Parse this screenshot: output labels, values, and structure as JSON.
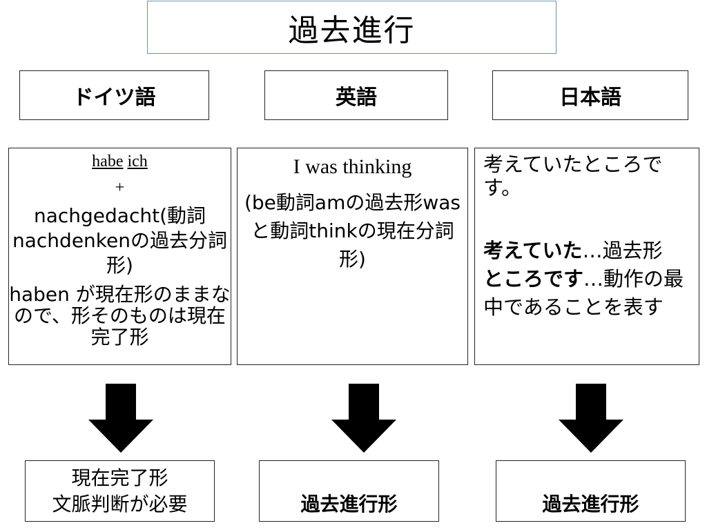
{
  "title": "過去進行",
  "headers": {
    "german": "ドイツ語",
    "english": "英語",
    "japanese": "日本語"
  },
  "german": {
    "line1_word1": "habe",
    "line1_word2": "ich",
    "line2": "+",
    "para1": "nachgedacht(動詞 nachdenkenの過去分詞形)",
    "para2": "haben が現在形のままなので、形そのものは現在完了形"
  },
  "english": {
    "line1": "I was thinking",
    "para": "(be動詞amの過去形wasと動詞thinkの現在分詞形)"
  },
  "japanese": {
    "para1": "考えていたところです。",
    "term1": "考えていた",
    "desc1": "…過去形",
    "term2": "ところです",
    "desc2": "…動作の最中であることを表す"
  },
  "results": {
    "german_line1": "現在完了形",
    "german_line2": "文脈判断が必要",
    "english": "過去進行形",
    "japanese": "過去進行形"
  },
  "icons": [
    "down-arrow-icon",
    "down-arrow-icon",
    "down-arrow-icon"
  ]
}
